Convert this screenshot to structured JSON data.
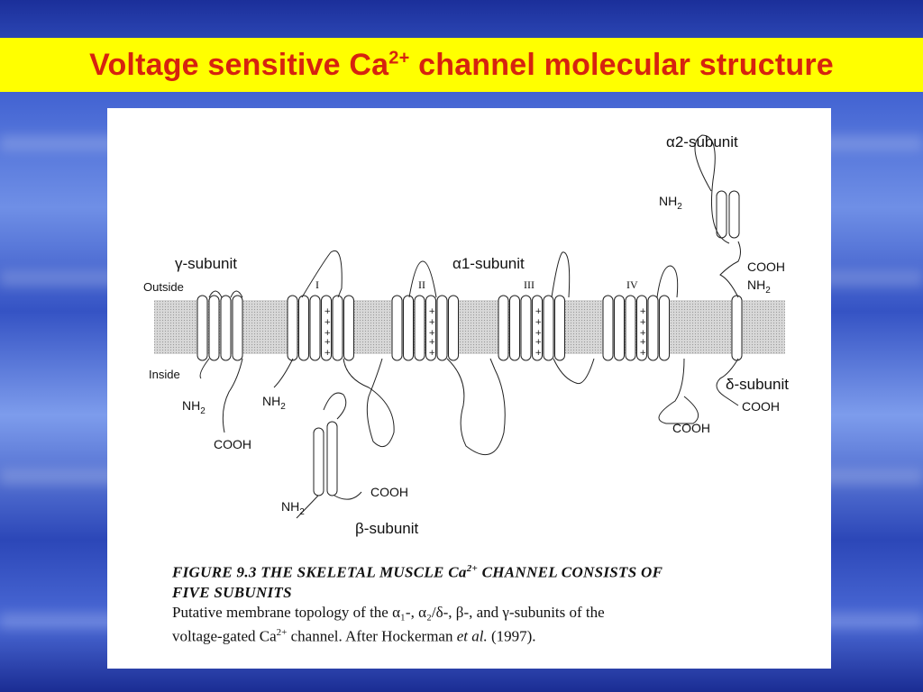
{
  "slide": {
    "title_main": "Voltage sensitive Ca",
    "title_sup": "2+",
    "title_rest": " channel molecular structure",
    "colors": {
      "title_bar": "#ffff00",
      "title_text": "#d6230f",
      "background": "#3553c4"
    }
  },
  "diagram": {
    "labels": {
      "gamma_subunit": "γ-subunit",
      "alpha1_subunit": "α1-subunit",
      "alpha2_subunit": "α2-subunit",
      "delta_subunit": "δ-subunit",
      "beta_subunit": "β-subunit",
      "outside": "Outside",
      "inside": "Inside",
      "domain_i": "I",
      "domain_ii": "II",
      "domain_iii": "III",
      "domain_iv": "IV",
      "nh2": "NH",
      "nh2_sub": "2",
      "cooh": "COOH",
      "plus": "+"
    }
  },
  "caption": {
    "heading_line1": "FIGURE 9.3  THE SKELETAL MUSCLE Ca",
    "heading_sup": "2+",
    "heading_line1_rest": " CHANNEL CONSISTS OF",
    "heading_line2": "FIVE SUBUNITS",
    "body_line1": "Putative membrane topology of the α₁-, α₂/δ-, β-, and γ-subunits of the",
    "body_line2_a": "voltage-gated Ca",
    "body_line2_sup": "2+",
    "body_line2_b": " channel. After Hockerman ",
    "body_line2_italic": "et al.",
    "body_line2_c": " (1997)."
  }
}
